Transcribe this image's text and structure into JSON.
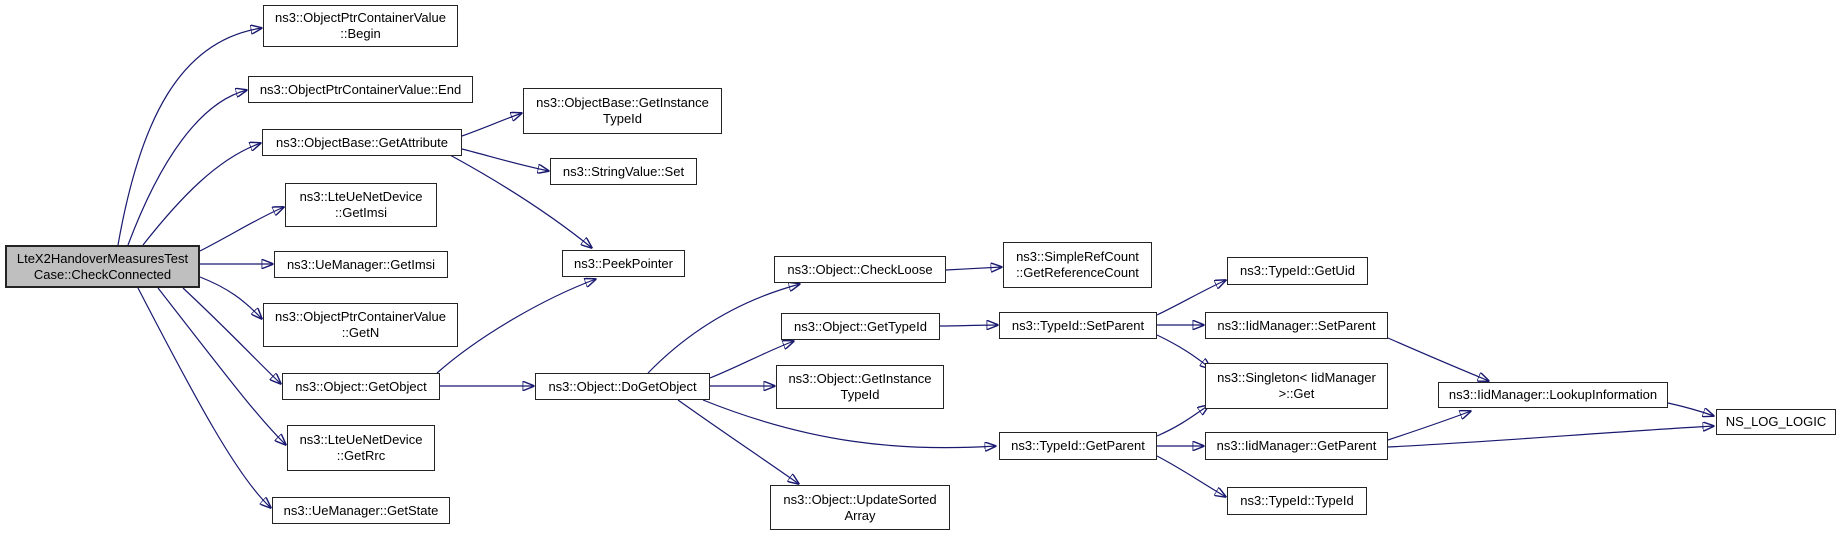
{
  "diagram": {
    "type": "call-graph",
    "description": "Doxygen call graph for LteX2HandoverMeasuresTestCase::CheckConnected",
    "colors": {
      "background": "#ffffff",
      "edge": "#191970",
      "node_fill": "#ffffff",
      "node_border": "#242424",
      "root_fill": "#bfbfbf"
    },
    "nodes": [
      {
        "id": "root",
        "label": "LteX2HandoverMeasuresTestCase::CheckConnected",
        "lines": [
          "LteX2HandoverMeasuresTest",
          "Case::CheckConnected"
        ]
      },
      {
        "id": "begin",
        "label": "ns3::ObjectPtrContainerValue::Begin",
        "lines": [
          "ns3::ObjectPtrContainerValue",
          "::Begin"
        ]
      },
      {
        "id": "end",
        "label": "ns3::ObjectPtrContainerValue::End",
        "lines": [
          "ns3::ObjectPtrContainerValue::End"
        ]
      },
      {
        "id": "getattribute",
        "label": "ns3::ObjectBase::GetAttribute",
        "lines": [
          "ns3::ObjectBase::GetAttribute"
        ]
      },
      {
        "id": "lteue-getimsi",
        "label": "ns3::LteUeNetDevice::GetImsi",
        "lines": [
          "ns3::LteUeNetDevice",
          "::GetImsi"
        ]
      },
      {
        "id": "uemanager-getimsi",
        "label": "ns3::UeManager::GetImsi",
        "lines": [
          "ns3::UeManager::GetImsi"
        ]
      },
      {
        "id": "getn",
        "label": "ns3::ObjectPtrContainerValue::GetN",
        "lines": [
          "ns3::ObjectPtrContainerValue",
          "::GetN"
        ]
      },
      {
        "id": "getobject",
        "label": "ns3::Object::GetObject",
        "lines": [
          "ns3::Object::GetObject"
        ]
      },
      {
        "id": "getrrc",
        "label": "ns3::LteUeNetDevice::GetRrc",
        "lines": [
          "ns3::LteUeNetDevice",
          "::GetRrc"
        ]
      },
      {
        "id": "getstate",
        "label": "ns3::UeManager::GetState",
        "lines": [
          "ns3::UeManager::GetState"
        ]
      },
      {
        "id": "objectbase-getinstancetypeid",
        "label": "ns3::ObjectBase::GetInstanceTypeId",
        "lines": [
          "ns3::ObjectBase::GetInstance",
          "TypeId"
        ]
      },
      {
        "id": "stringvalue-set",
        "label": "ns3::StringValue::Set",
        "lines": [
          "ns3::StringValue::Set"
        ]
      },
      {
        "id": "peekpointer",
        "label": "ns3::PeekPointer",
        "lines": [
          "ns3::PeekPointer"
        ]
      },
      {
        "id": "dogetobject",
        "label": "ns3::Object::DoGetObject",
        "lines": [
          "ns3::Object::DoGetObject"
        ]
      },
      {
        "id": "checkloose",
        "label": "ns3::Object::CheckLoose",
        "lines": [
          "ns3::Object::CheckLoose"
        ]
      },
      {
        "id": "object-gettypeid",
        "label": "ns3::Object::GetTypeId",
        "lines": [
          "ns3::Object::GetTypeId"
        ]
      },
      {
        "id": "object-getinstancetypeid",
        "label": "ns3::Object::GetInstanceTypeId",
        "lines": [
          "ns3::Object::GetInstance",
          "TypeId"
        ]
      },
      {
        "id": "updatesortedarray",
        "label": "ns3::Object::UpdateSortedArray",
        "lines": [
          "ns3::Object::UpdateSorted",
          "Array"
        ]
      },
      {
        "id": "simplerefcount",
        "label": "ns3::SimpleRefCount::GetReferenceCount",
        "lines": [
          "ns3::SimpleRefCount",
          "::GetReferenceCount"
        ]
      },
      {
        "id": "typeid-setparent",
        "label": "ns3::TypeId::SetParent",
        "lines": [
          "ns3::TypeId::SetParent"
        ]
      },
      {
        "id": "typeid-getparent",
        "label": "ns3::TypeId::GetParent",
        "lines": [
          "ns3::TypeId::GetParent"
        ]
      },
      {
        "id": "typeid-getuid",
        "label": "ns3::TypeId::GetUid",
        "lines": [
          "ns3::TypeId::GetUid"
        ]
      },
      {
        "id": "iidmanager-setparent",
        "label": "ns3::IidManager::SetParent",
        "lines": [
          "ns3::IidManager::SetParent"
        ]
      },
      {
        "id": "singleton-get",
        "label": "ns3::Singleton< IidManager >::Get",
        "lines": [
          "ns3::Singleton< IidManager",
          ">::Get"
        ]
      },
      {
        "id": "iidmanager-getparent",
        "label": "ns3::IidManager::GetParent",
        "lines": [
          "ns3::IidManager::GetParent"
        ]
      },
      {
        "id": "typeid-typeid",
        "label": "ns3::TypeId::TypeId",
        "lines": [
          "ns3::TypeId::TypeId"
        ]
      },
      {
        "id": "lookupinformation",
        "label": "ns3::IidManager::LookupInformation",
        "lines": [
          "ns3::IidManager::LookupInformation"
        ]
      },
      {
        "id": "ns-log-logic",
        "label": "NS_LOG_LOGIC",
        "lines": [
          "NS_LOG_LOGIC"
        ]
      }
    ],
    "edges": [
      {
        "from": "root",
        "to": "begin"
      },
      {
        "from": "root",
        "to": "end"
      },
      {
        "from": "root",
        "to": "getattribute"
      },
      {
        "from": "root",
        "to": "lteue-getimsi"
      },
      {
        "from": "root",
        "to": "uemanager-getimsi"
      },
      {
        "from": "root",
        "to": "getn"
      },
      {
        "from": "root",
        "to": "getobject"
      },
      {
        "from": "root",
        "to": "getrrc"
      },
      {
        "from": "root",
        "to": "getstate"
      },
      {
        "from": "getattribute",
        "to": "objectbase-getinstancetypeid"
      },
      {
        "from": "getattribute",
        "to": "stringvalue-set"
      },
      {
        "from": "getattribute",
        "to": "peekpointer"
      },
      {
        "from": "getobject",
        "to": "peekpointer"
      },
      {
        "from": "getobject",
        "to": "dogetobject"
      },
      {
        "from": "dogetobject",
        "to": "checkloose"
      },
      {
        "from": "dogetobject",
        "to": "object-gettypeid"
      },
      {
        "from": "dogetobject",
        "to": "object-getinstancetypeid"
      },
      {
        "from": "dogetobject",
        "to": "typeid-getparent"
      },
      {
        "from": "dogetobject",
        "to": "updatesortedarray"
      },
      {
        "from": "checkloose",
        "to": "simplerefcount"
      },
      {
        "from": "object-gettypeid",
        "to": "typeid-setparent"
      },
      {
        "from": "typeid-setparent",
        "to": "typeid-getuid"
      },
      {
        "from": "typeid-setparent",
        "to": "iidmanager-setparent"
      },
      {
        "from": "typeid-setparent",
        "to": "singleton-get"
      },
      {
        "from": "typeid-getparent",
        "to": "singleton-get"
      },
      {
        "from": "typeid-getparent",
        "to": "iidmanager-getparent"
      },
      {
        "from": "typeid-getparent",
        "to": "typeid-typeid"
      },
      {
        "from": "iidmanager-setparent",
        "to": "lookupinformation"
      },
      {
        "from": "iidmanager-getparent",
        "to": "lookupinformation"
      },
      {
        "from": "iidmanager-getparent",
        "to": "ns-log-logic"
      },
      {
        "from": "lookupinformation",
        "to": "ns-log-logic"
      }
    ]
  }
}
